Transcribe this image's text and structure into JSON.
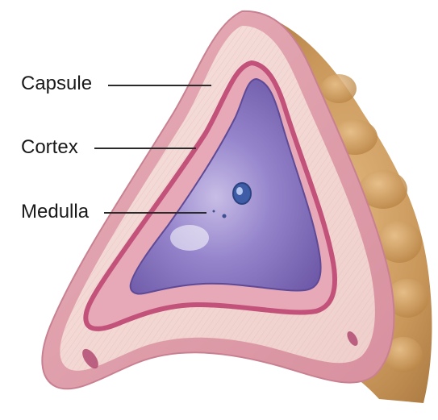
{
  "labels": {
    "capsule": "Capsule",
    "cortex": "Cortex",
    "medulla": "Medulla"
  },
  "colors": {
    "fat": "#c9975a",
    "capsule_outer": "#d99aa6",
    "cortex": "#f2d6d4",
    "zona_line": "#c2527a",
    "medulla": "#8a78c2",
    "vein": "#5f76b8",
    "leader_line": "#2a2a2a"
  }
}
